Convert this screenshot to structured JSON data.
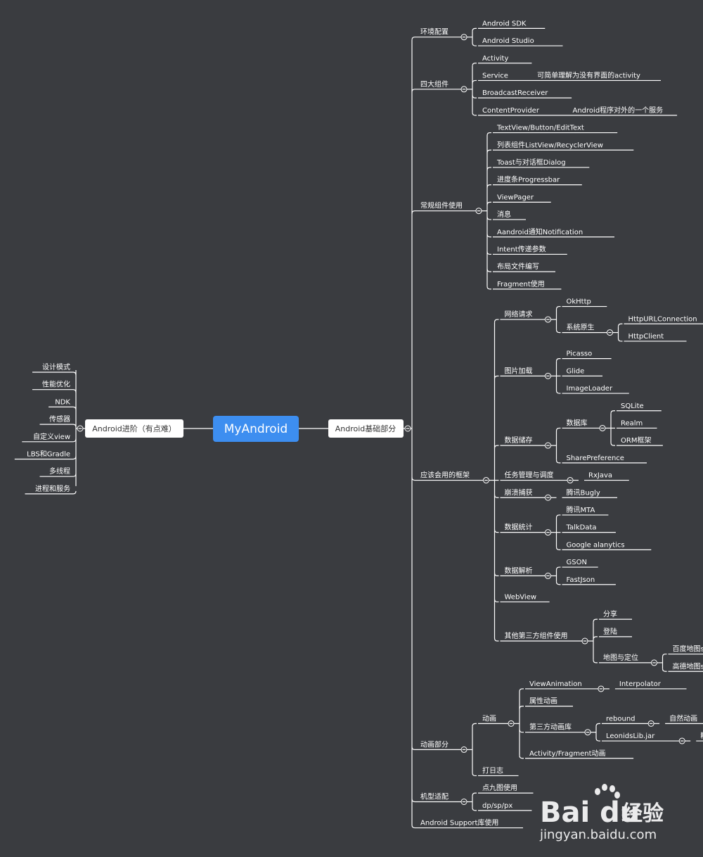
{
  "center": "MyAndroid",
  "left_branch": {
    "label": "Android进阶（有点难）",
    "children": [
      "设计模式",
      "性能优化",
      "NDK",
      "传感器",
      "自定义view",
      "LBS和Gradle",
      "多线程",
      "进程和服务"
    ]
  },
  "right_branch": {
    "label": "Android基础部分",
    "children": [
      {
        "label": "环境配置",
        "children": [
          {
            "label": "Android SDK"
          },
          {
            "label": "Android  Studio"
          }
        ]
      },
      {
        "label": "四大组件",
        "children": [
          {
            "label": "Activity"
          },
          {
            "label": "Service",
            "note": "可简单理解为没有界面的activity"
          },
          {
            "label": "BroadcastReceiver"
          },
          {
            "label": "ContentProvider",
            "note": "Android程序对外的一个服务"
          }
        ]
      },
      {
        "label": "常规组件使用",
        "children": [
          {
            "label": "TextView/Button/EditText"
          },
          {
            "label": "列表组件ListView/RecyclerView"
          },
          {
            "label": "Toast与对话框Dialog"
          },
          {
            "label": "进度条Progressbar"
          },
          {
            "label": "ViewPager"
          },
          {
            "label": "消息"
          },
          {
            "label": "Aandroid通知Notification"
          },
          {
            "label": "Intent传递参数"
          },
          {
            "label": "布局文件编写"
          },
          {
            "label": "Fragment使用"
          }
        ]
      },
      {
        "label": "应该会用的框架",
        "children": [
          {
            "label": "网络请求",
            "children": [
              {
                "label": "OkHttp"
              },
              {
                "label": "系统原生",
                "children": [
                  {
                    "label": "HttpURLConnection"
                  },
                  {
                    "label": "HttpClient"
                  }
                ]
              }
            ]
          },
          {
            "label": "图片加载",
            "children": [
              {
                "label": "Picasso"
              },
              {
                "label": "Glide"
              },
              {
                "label": "ImageLoader"
              }
            ]
          },
          {
            "label": "数据储存",
            "children": [
              {
                "label": "数据库",
                "children": [
                  {
                    "label": "SQLite"
                  },
                  {
                    "label": "Realm"
                  },
                  {
                    "label": "ORM框架"
                  }
                ]
              },
              {
                "label": "SharePreference"
              }
            ]
          },
          {
            "label": "任务管理与调度",
            "children": [
              {
                "label": "RxJava"
              }
            ]
          },
          {
            "label": "崩溃捕获",
            "children": [
              {
                "label": "腾讯Bugly"
              }
            ]
          },
          {
            "label": "数据统计",
            "children": [
              {
                "label": "腾讯MTA"
              },
              {
                "label": "TalkData"
              },
              {
                "label": "Google alanytics"
              }
            ]
          },
          {
            "label": "数据解析",
            "children": [
              {
                "label": "GSON"
              },
              {
                "label": "FastJson"
              }
            ]
          },
          {
            "label": "WebView"
          },
          {
            "label": "其他第三方组件使用",
            "children": [
              {
                "label": "分享"
              },
              {
                "label": "登陆"
              },
              {
                "label": "地图与定位",
                "children": [
                  {
                    "label": "百度地图sdk"
                  },
                  {
                    "label": "高德地图sdk"
                  }
                ]
              }
            ]
          }
        ]
      },
      {
        "label": "动画部分",
        "children": [
          {
            "label": "动画",
            "children": [
              {
                "label": "ViewAnimation",
                "children": [
                  {
                    "label": "Interpolator"
                  }
                ]
              },
              {
                "label": "属性动画"
              },
              {
                "label": "第三方动画库",
                "children": [
                  {
                    "label": "rebound",
                    "children": [
                      {
                        "label": "自然动画"
                      }
                    ]
                  },
                  {
                    "label": "LeonidsLib.jar",
                    "children": [
                      {
                        "label": "粒子系统"
                      }
                    ]
                  }
                ]
              },
              {
                "label": "Activity/Fragment动画"
              }
            ]
          },
          {
            "label": "打日志"
          }
        ]
      },
      {
        "label": "机型适配",
        "children": [
          {
            "label": "点九图使用"
          },
          {
            "label": "dp/sp/px"
          }
        ]
      },
      {
        "label": "Android Support库使用"
      }
    ]
  },
  "watermark": {
    "logo_text": "Bai du",
    "brand": "经验",
    "url": "jingyan.baidu.com"
  }
}
